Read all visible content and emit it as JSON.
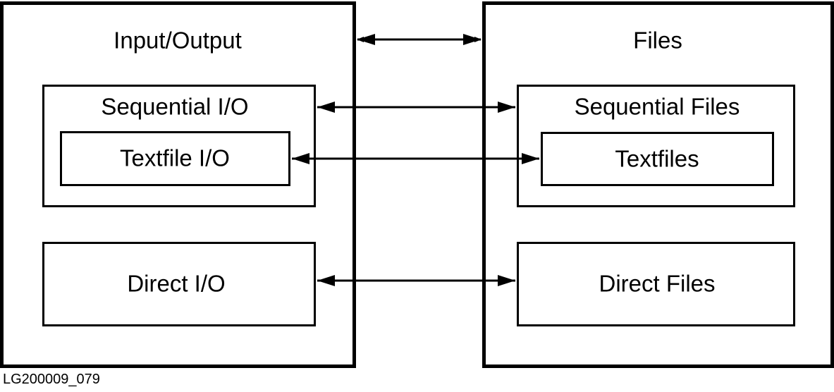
{
  "left_panel": {
    "title": "Input/Output",
    "sequential": "Sequential I/O",
    "textfile": "Textfile I/O",
    "direct": "Direct I/O"
  },
  "right_panel": {
    "title": "Files",
    "sequential": "Sequential Files",
    "textfile": "Textfiles",
    "direct": "Direct Files"
  },
  "figure_id": "LG200009_079"
}
